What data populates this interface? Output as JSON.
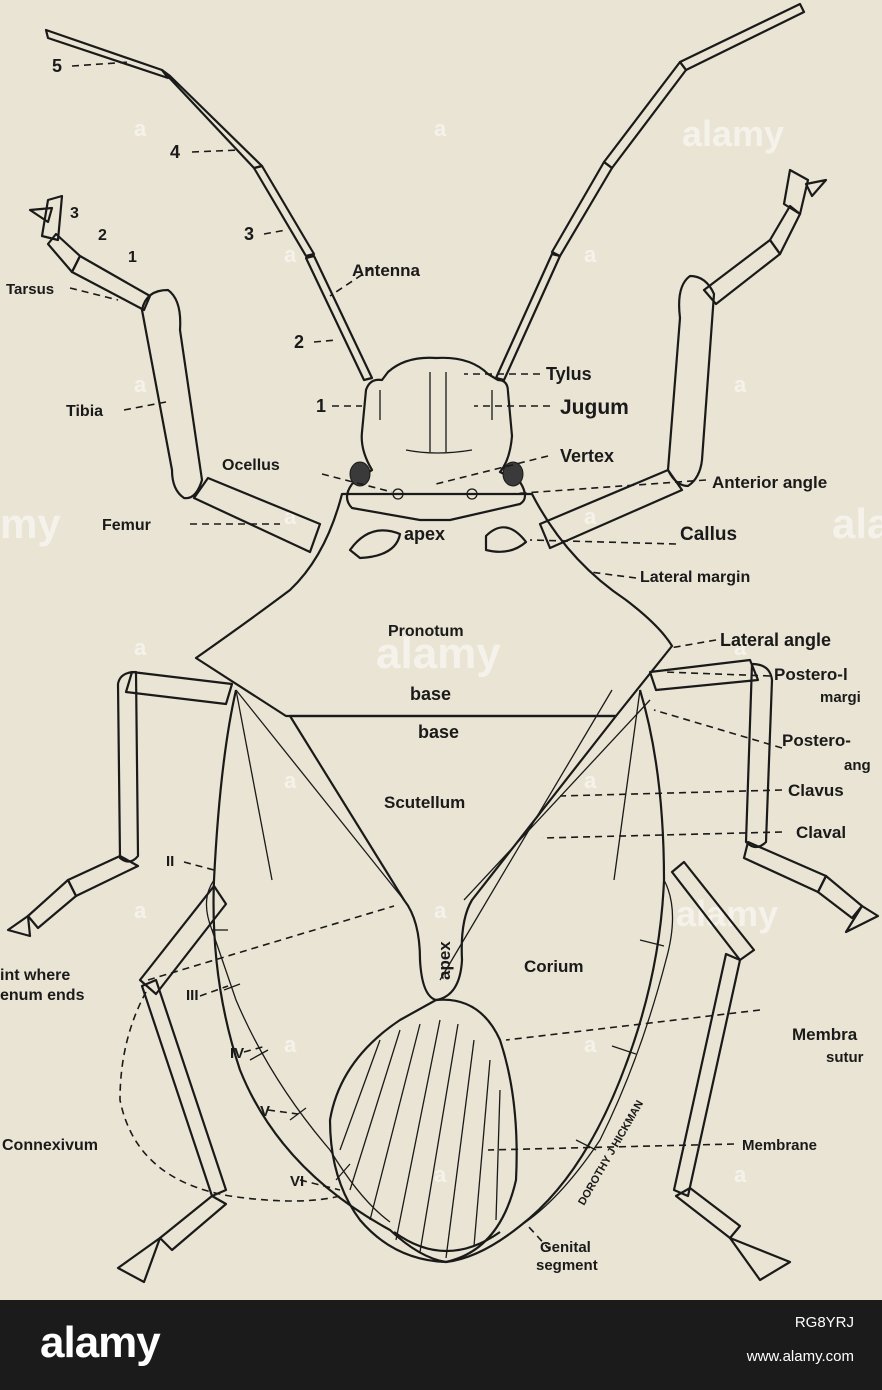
{
  "labels": {
    "antenna_5": "5",
    "antenna_4": "4",
    "antenna_3": "3",
    "antenna_2": "2",
    "antenna_1": "1",
    "tarsus_3": "3",
    "tarsus_2": "2",
    "tarsus_1": "1",
    "tarsus": "Tarsus",
    "tibia": "Tibia",
    "antenna": "Antenna",
    "tylus": "Tylus",
    "jugum": "Jugum",
    "vertex": "Vertex",
    "ocellus": "Ocellus",
    "anterior_angle": "Anterior angle",
    "femur": "Femur",
    "apex_top": "apex",
    "callus": "Callus",
    "lateral_margin": "Lateral margin",
    "pronotum": "Pronotum",
    "lateral_angle": "Lateral angle",
    "postero_lateral_margin_1": "Postero-l",
    "postero_lateral_margin_2": "margi",
    "base_pronotum": "base",
    "base_scutellum": "base",
    "postero_angle_1": "Postero-",
    "postero_angle_2": "ang",
    "scutellum": "Scutellum",
    "clavus": "Clavus",
    "claval": "Claval",
    "seg_II": "II",
    "seg_III": "III",
    "seg_IV": "IV",
    "seg_V": "V",
    "seg_VI": "VI",
    "apex_scutellum": "apex",
    "corium": "Corium",
    "point_where_1": "int where",
    "point_where_2": "enum ends",
    "membrane_suture_1": "Membra",
    "membrane_suture_2": "sutur",
    "connexivum": "Connexivum",
    "membrane": "Membrane",
    "genital_1": "Genital",
    "genital_2": "segment",
    "signature": "DOROTHY J HICKMAN"
  },
  "watermarks": {
    "alamy": "alamy",
    "image_letter": "a",
    "side_left": "my",
    "side_right": "ala"
  },
  "footer": {
    "logo": "alamy",
    "image_code": "RG8YRJ",
    "url": "www.alamy.com"
  }
}
